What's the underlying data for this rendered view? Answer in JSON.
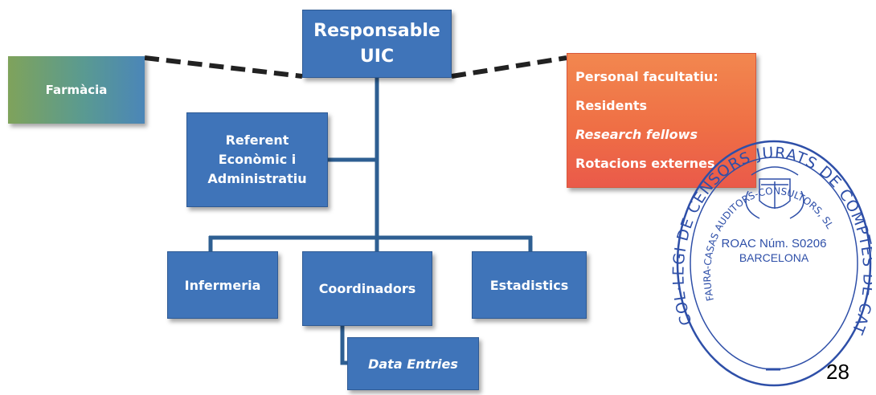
{
  "diagram": {
    "top": {
      "line1": "Responsable",
      "line2": "UIC"
    },
    "left_side": {
      "label": "Farmàcia"
    },
    "referent": {
      "line1": "Referent",
      "line2": "Econòmic i",
      "line3": "Administratiu"
    },
    "right_side": {
      "line1": "Personal facultatiu:",
      "line2": "Residents",
      "line3": "Research fellows",
      "line4": "Rotacions externes"
    },
    "row": {
      "infermeria": "Infermeria",
      "coordinadors": "Coordinadors",
      "estadistics": "Estadistics"
    },
    "data_entries": "Data Entries"
  },
  "seal": {
    "outer_text": "COL·LEGI DE CENSORS JURATS DE COMPTES DE CATALUNYA",
    "inner_text": "FAURA-CASAS AUDITORS-CONSULTORS, SL",
    "center_line1": "ROAC Núm. S0206",
    "center_line2": "BARCELONA",
    "color": "#2e4fa8"
  },
  "colors": {
    "blue_box": "#3f74b9",
    "orange_box": "#ef6f45",
    "connector": "#2e5f92",
    "dashed": "#222222"
  },
  "page_number": "28"
}
